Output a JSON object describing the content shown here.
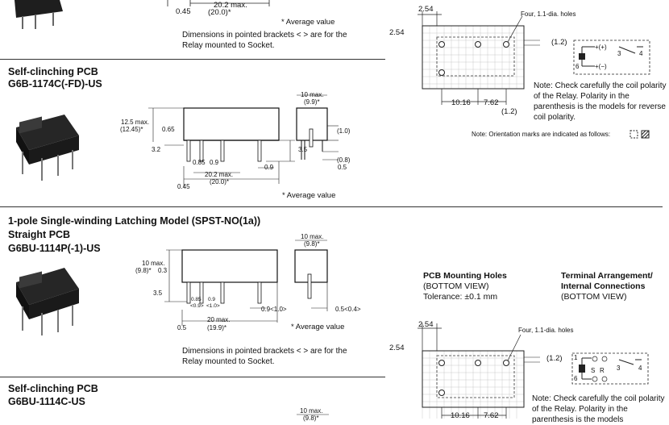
{
  "top": {
    "dim_045": "0.45",
    "dim_202": "20.2 max.",
    "dim_200": "(20.0)*",
    "avg": "* Average value",
    "note1": "Dimensions in pointed brackets < > are for the",
    "note2": "Relay mounted to Socket."
  },
  "pcb_top": {
    "d254": "2.54",
    "d254b": "2.54",
    "holes": "Four, 1.1-dia. holes",
    "d12": "(1.2)",
    "d1016": "10.16",
    "d762": "7.62",
    "d12b": "(1.2)"
  },
  "term_top": {
    "plus": "+(+)",
    "minus": "+(−)",
    "six": "6",
    "three": "3",
    "four": "4"
  },
  "note_top": "Note: Check carefully the coil polarity of the Relay. Polarity in the parenthesis is the models for reverse coil polarity.",
  "orient_note": "Note: Orientation marks are indicated as follows:",
  "sec1": {
    "title": "Self-clinching PCB",
    "model": "G6B-1174C(-FD)-US",
    "d125": "12.5 max.",
    "d1245": "(12.45)*",
    "d065": "0.65",
    "d32": "3.2",
    "d085": "0.85",
    "d09a": "0.9",
    "d09b": "0.9",
    "d35": "3.5",
    "d202": "20.2 max.",
    "d200": "(20.0)*",
    "d045": "0.45",
    "d10": "10 max.",
    "d99": "(9.9)*",
    "d1p0": "(1.0)",
    "d08": "(0.8)",
    "d05": "0.5",
    "avg": "* Average value"
  },
  "sec2": {
    "title1": "1-pole Single-winding Latching Model (SPST-NO(1a))",
    "title2": "Straight PCB",
    "model": "G6BU-1114P(-1)-US",
    "d10": "10 max.",
    "d98": "(9.8)*",
    "d03": "0.3",
    "d35": "3.5",
    "d085": "0.85",
    "d09br": "<0.9>",
    "d09": "0.9",
    "d10br": "<1.0>",
    "d09s": "0.9<1.0>",
    "d20": "20 max.",
    "d199": "(19.9)*",
    "d05": "0.5",
    "d10b": "10 max.",
    "d98b": "(9.8)*",
    "d05s": "0.5<0.4>",
    "avg": "* Average value",
    "note1": "Dimensions in pointed brackets < > are for the",
    "note2": "Relay mounted to Socket."
  },
  "pcb_bottom": {
    "title": "PCB Mounting Holes",
    "view": "(BOTTOM VIEW)",
    "tol": "Tolerance: ±0.1 mm",
    "d254": "2.54",
    "d254b": "2.54",
    "holes": "Four, 1.1-dia. holes",
    "d12": "(1.2)",
    "d1016": "10.16",
    "d762": "7.62"
  },
  "term_bottom": {
    "title1": "Terminal Arrangement/",
    "title2": "Internal Connections",
    "view": "(BOTTOM VIEW)",
    "one": "1",
    "six": "6",
    "s": "S",
    "r": "R",
    "three": "3",
    "four": "4"
  },
  "note_bottom": "Note: Check carefully the coil polarity of the Relay. Polarity in the parenthesis is the models",
  "sec3": {
    "title": "Self-clinching PCB",
    "model": "G6BU-1114C-US",
    "d10": "10 max.",
    "d98": "(9.8)*"
  }
}
